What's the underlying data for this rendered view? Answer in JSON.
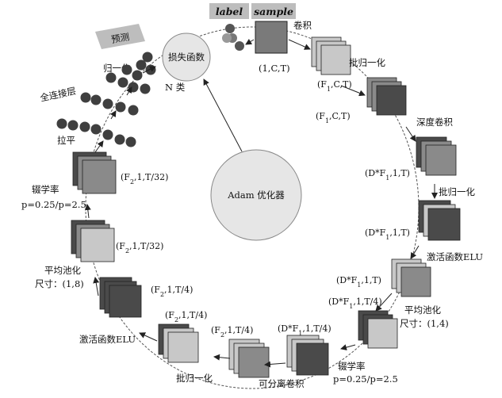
{
  "colors": {
    "ring": "#444444",
    "circle_fill": "#e6e6e6",
    "circle_stroke": "#888888",
    "dot": "#3f3f3f",
    "square_dark": "#4a4a4a",
    "square_mid": "#8a8a8a",
    "square_light": "#c8c8c8",
    "tag_bg": "#bdbdbd"
  },
  "center": {
    "optimizer": "Adam 优化器",
    "loss": "损失函数"
  },
  "top": {
    "label_tag": "label",
    "sample_tag": "sample",
    "predict_tag": "预测"
  },
  "labels": {
    "conv": "卷积",
    "conv_shape": "(1,C,T)",
    "bn1": "批归一化",
    "bn1_shape_a": "(F",
    "bn1_shape_b": ",C,T)",
    "bn1_shape2_a": "(F",
    "bn1_shape2_b": ",C,T)",
    "depth_conv": "深度卷积",
    "depth_shape": "(D*F",
    "depth_shape_b": ",1,T)",
    "bn2": "批归一化",
    "bn2_shape": "(D*F",
    "bn2_shape_b": ",1,T)",
    "elu1": "激活函数ELU",
    "elu1_shape": "(D*F",
    "elu1_shape_b": ",1,T)",
    "pool1": "平均池化",
    "pool1_size": "尺寸：(1,4)",
    "pool1_shape": "(D*F",
    "pool1_shape_b": ",1,T/4)",
    "drop1": "辍学率",
    "drop1_p": "p=0.25/p=2.5",
    "sep_conv": "可分离卷积",
    "sep_shape": "(D*F",
    "sep_shape_b": ",1,T/4)",
    "bn3": "批归一化",
    "bn3_shape": "(F",
    "bn3_shape_b": ",1,T/4)",
    "elu2": "激活函数ELU",
    "elu2_shape": "(F",
    "elu2_shape_b": ",1,T/4)",
    "pool2": "平均池化",
    "pool2_size": "尺寸：(1,8)",
    "pool2_shape": "(F",
    "pool2_shape_b": ",1,T/4)",
    "pool2_out": "(F",
    "pool2_out_b": ",1,T/32)",
    "drop2": "辍学率",
    "drop2_p": "p=0.25/p=2.5",
    "drop2_shape": "(F",
    "drop2_shape_b": ",1,T/32)",
    "flatten": "拉平",
    "fc": "全连接层",
    "norm": "归一化",
    "nclass": "N 类",
    "sub1": "1",
    "sub2": "2"
  }
}
